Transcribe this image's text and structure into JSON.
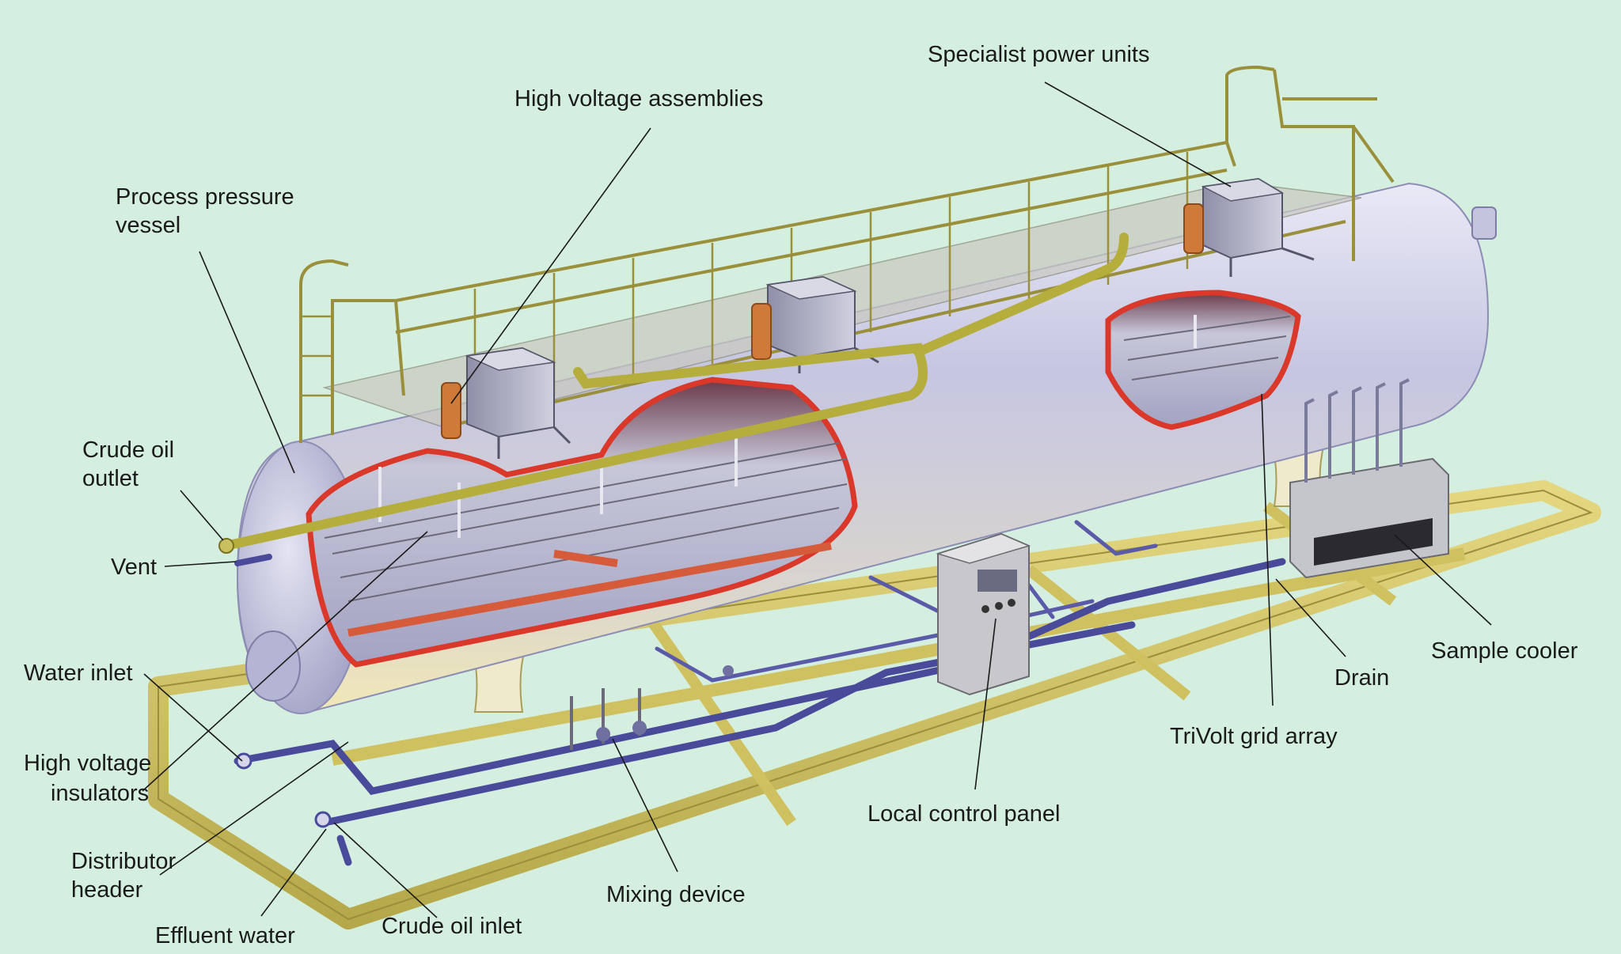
{
  "labels": {
    "specialist_power_units": "Specialist power units",
    "high_voltage_assemblies": "High voltage assemblies",
    "process_pressure_vessel_1": "Process pressure",
    "process_pressure_vessel_2": "vessel",
    "crude_oil_outlet_1": "Crude oil",
    "crude_oil_outlet_2": "outlet",
    "vent": "Vent",
    "water_inlet": "Water inlet",
    "high_voltage_insulators_1": "High voltage",
    "high_voltage_insulators_2": "insulators",
    "distributor_header_1": "Distributor",
    "distributor_header_2": "header",
    "effluent_water": "Effluent water",
    "crude_oil_inlet": "Crude oil inlet",
    "mixing_device": "Mixing device",
    "local_control_panel": "Local control panel",
    "trivolt_grid_array": "TriVolt grid array",
    "drain": "Drain",
    "sample_cooler": "Sample cooler"
  },
  "colors": {
    "background": "#d4efdf",
    "vessel": "#c9c9e4",
    "cutaway_edge": "#d9382a",
    "railing": "#9a8f3a",
    "frame": "#cfc060",
    "pipe_purple": "#4a4a9a",
    "pipe_yellow": "#b5ad3c",
    "insulator_copper": "#d07a3a"
  }
}
